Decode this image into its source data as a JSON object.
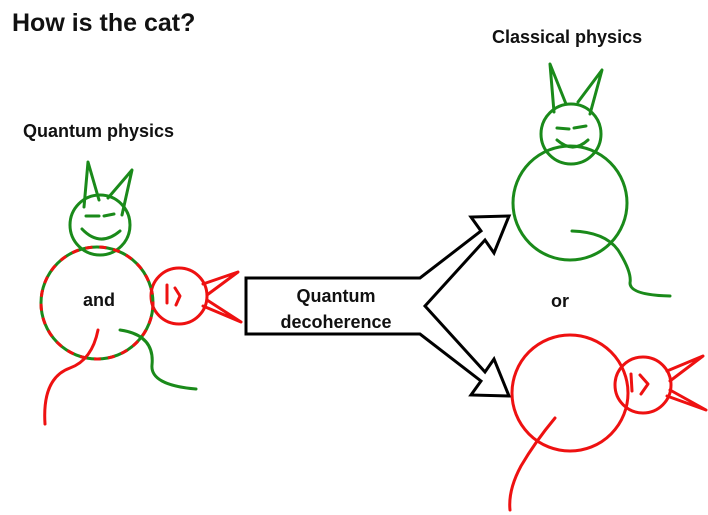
{
  "title": "How is the cat?",
  "quantum_label": "Quantum physics",
  "classical_label": "Classical physics",
  "superposition_word": "and",
  "alternative_word": "or",
  "process": {
    "line1": "Quantum",
    "line2": "decoherence"
  },
  "colors": {
    "alive_cat": "#1a8a1a",
    "dead_cat": "#ee1111",
    "text": "#111111",
    "arrow_outline": "#000000"
  },
  "icons": [
    "alive-cat-icon",
    "dead-cat-icon",
    "split-arrow-icon"
  ]
}
